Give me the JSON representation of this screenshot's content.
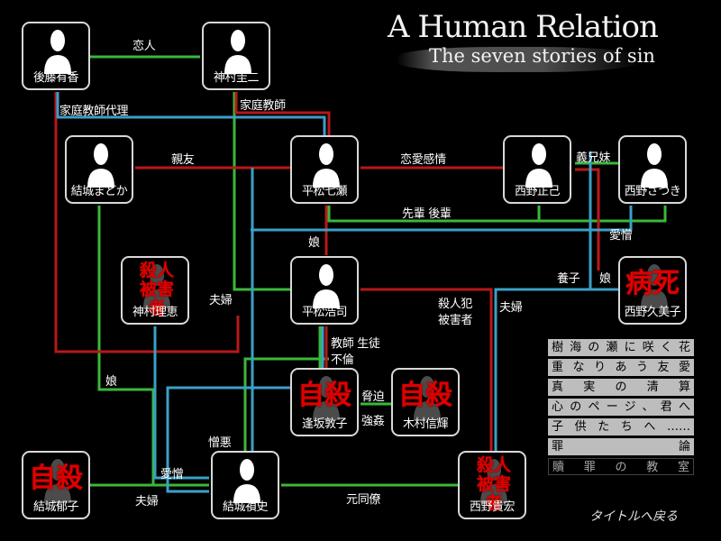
{
  "title": {
    "main": "A Human Relation",
    "sub": "The seven stories of sin"
  },
  "nodes": {
    "goto": {
      "name": "後藤有香"
    },
    "kamimura_keiji": {
      "name": "神村圭二"
    },
    "yuki_madoka": {
      "name": "結城まどか"
    },
    "hiramatsu_nanase": {
      "name": "平松七瀬"
    },
    "nishino_masami": {
      "name": "西野正己"
    },
    "nishino_satsuki": {
      "name": "西野さつき"
    },
    "kamimura_rie": {
      "name": "神村理恵",
      "status": "殺人被害者"
    },
    "hiramatsu_koji": {
      "name": "平松浩司"
    },
    "nishino_kumiko": {
      "name": "西野久美子",
      "status": "病死"
    },
    "osaka_atsuko": {
      "name": "逢坂敦子",
      "status": "自殺"
    },
    "kimura_nobuteru": {
      "name": "木村信輝",
      "status": "自殺"
    },
    "yuki_ikuko": {
      "name": "結城郁子",
      "status": "自殺"
    },
    "yuki_sadashi": {
      "name": "結城禎史"
    },
    "nishino_takahiro": {
      "name": "西野貴宏",
      "status": "殺人被害者"
    }
  },
  "relations": {
    "koibito": "恋人",
    "katei_dairi": "家庭教師代理",
    "katei": "家庭教師",
    "shinyu": "親友",
    "renai": "恋愛感情",
    "gikyomai": "義兄妹",
    "senpai": "先輩 後輩",
    "aizo1": "愛憎",
    "musume1": "娘",
    "fufu1": "夫婦",
    "yoshi": "養子",
    "musume2": "娘",
    "hannin": "殺人犯",
    "higaisha": "被害者",
    "fufu2": "夫婦",
    "kyoshi_seito": "教師 生徒",
    "furin": "不倫",
    "musume3": "娘",
    "kyohaku": "脅迫",
    "gokan": "強姦",
    "zoo": "憎悪",
    "aizo2": "愛憎",
    "fufu3": "夫婦",
    "motodoryo": "元同僚"
  },
  "menu": [
    {
      "label": "樹海の瀬に咲く花"
    },
    {
      "label": "重なりあう友愛"
    },
    {
      "label": "真実の清算"
    },
    {
      "label": "心のページ、君へ"
    },
    {
      "label": "子供たちへ……"
    },
    {
      "label": "罪論"
    },
    {
      "label": "贖罪の教室"
    }
  ],
  "back_label": "タイトルへ戻る",
  "colors": {
    "red": "#b81818",
    "green": "#3ab83a",
    "blue": "#3aa0c8",
    "status": "#e00000"
  }
}
